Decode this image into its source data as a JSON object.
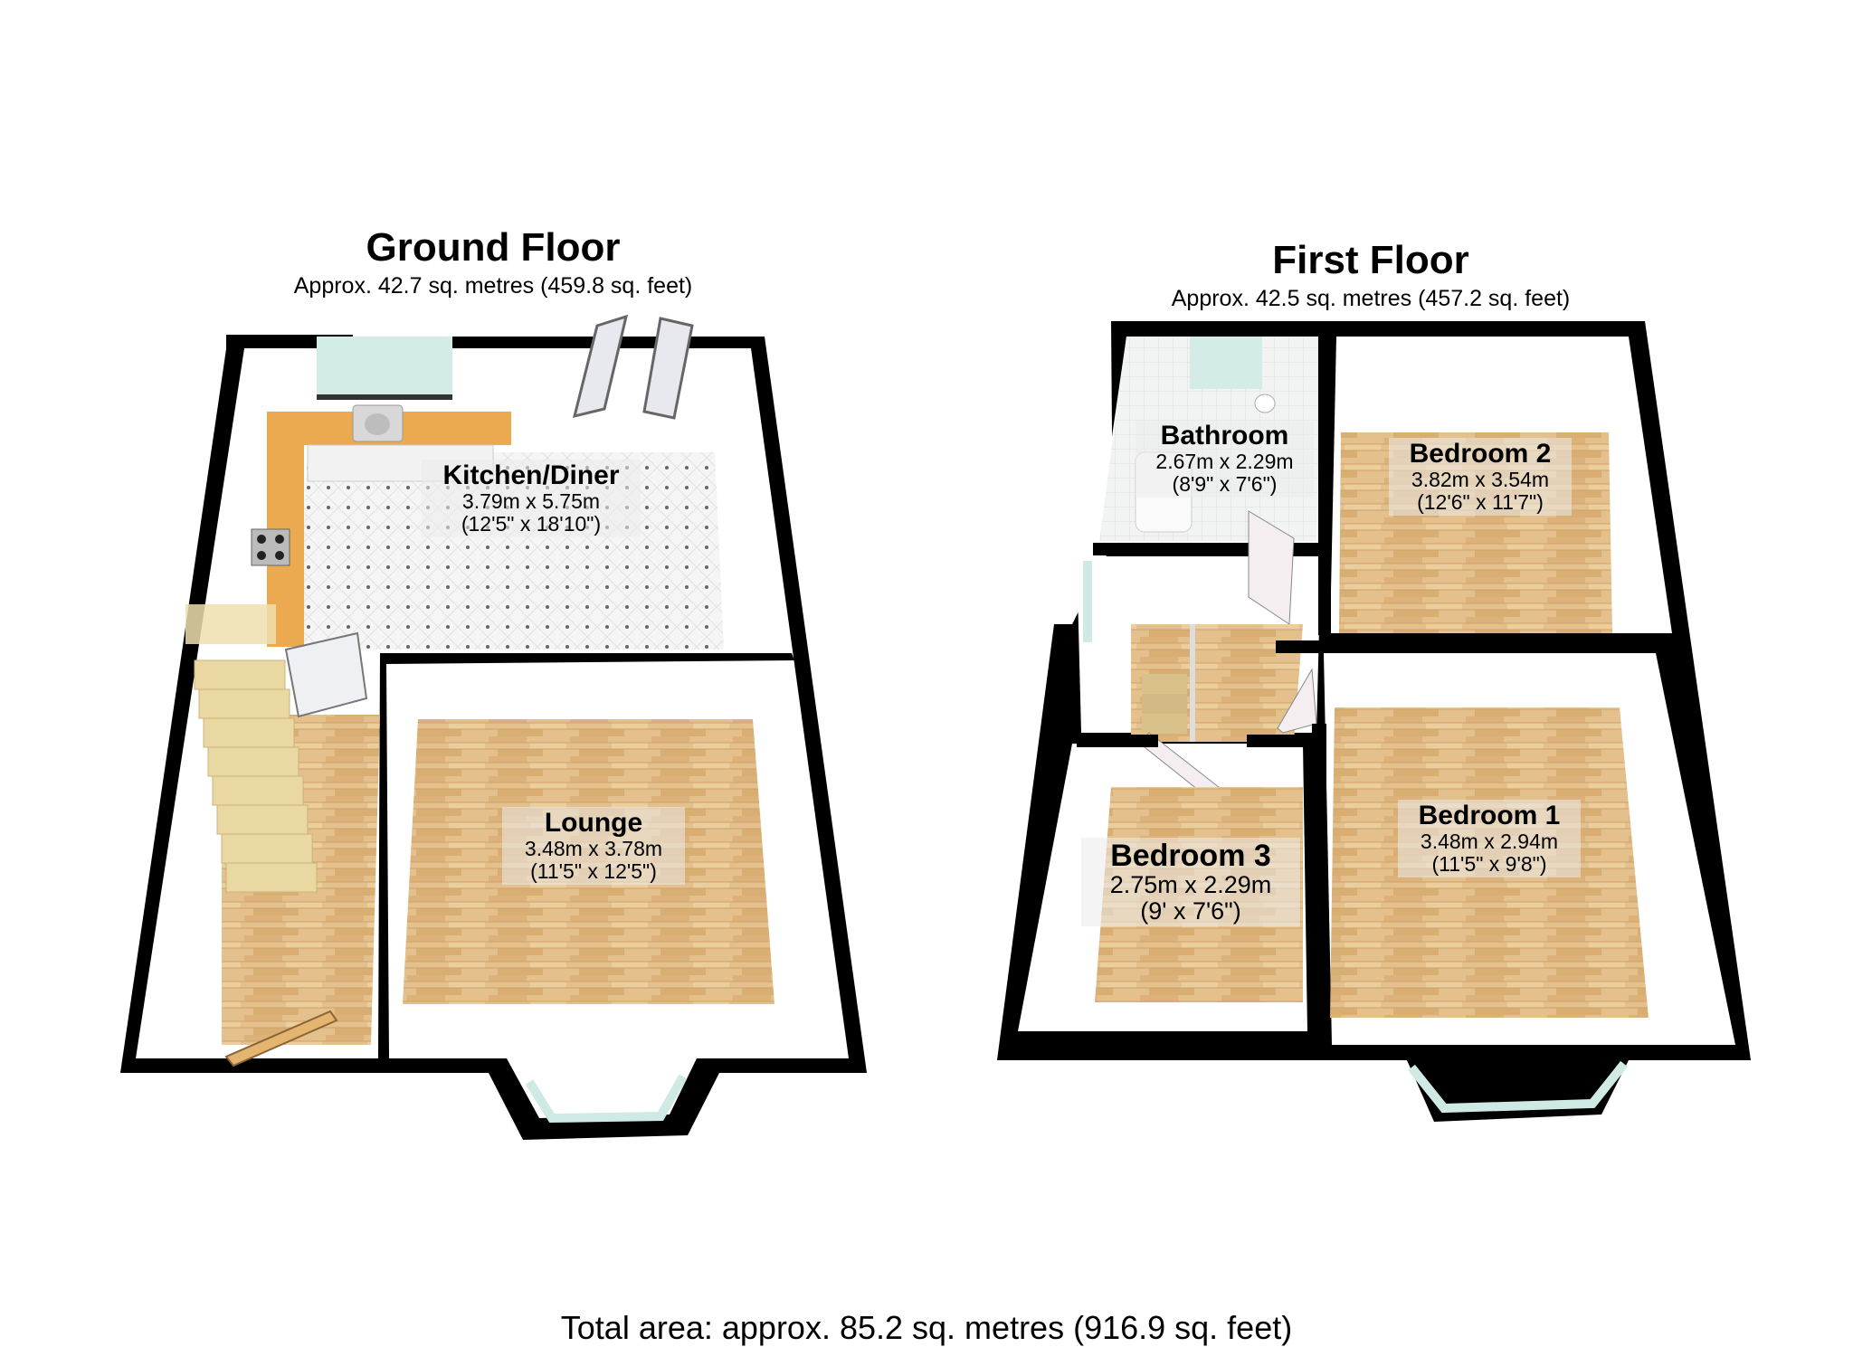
{
  "ground_floor": {
    "title": "Ground Floor",
    "area": "Approx. 42.7 sq. metres (459.8 sq. feet)",
    "rooms": [
      {
        "name": "Kitchen/Diner",
        "metric": "3.79m x 5.75m",
        "imperial": "(12'5\" x 18'10\")"
      },
      {
        "name": "Lounge",
        "metric": "3.48m x 3.78m",
        "imperial": "(11'5\" x 12'5\")"
      }
    ]
  },
  "first_floor": {
    "title": "First Floor",
    "area": "Approx. 42.5 sq. metres (457.2 sq. feet)",
    "rooms": [
      {
        "name": "Bathroom",
        "metric": "2.67m x 2.29m",
        "imperial": "(8'9\" x 7'6\")"
      },
      {
        "name": "Bedroom 2",
        "metric": "3.82m x 3.54m",
        "imperial": "(12'6\" x 11'7\")"
      },
      {
        "name": "Bedroom 1",
        "metric": "3.48m x 2.94m",
        "imperial": "(11'5\" x 9'8\")"
      },
      {
        "name": "Bedroom 3",
        "metric": "2.75m x 2.29m",
        "imperial": "(9' x 7'6\")"
      }
    ]
  },
  "total_area": "Total area: approx. 85.2 sq. metres (916.9 sq. feet)",
  "colors": {
    "wall": "#000000",
    "wall_inner": "#ffffff",
    "wood_floor": "#e2bd86",
    "tile_floor": "#f4f4f4",
    "worktop": "#e9a94e",
    "window_glass": "#cfe9e4",
    "stairs": "#ead9a6"
  }
}
